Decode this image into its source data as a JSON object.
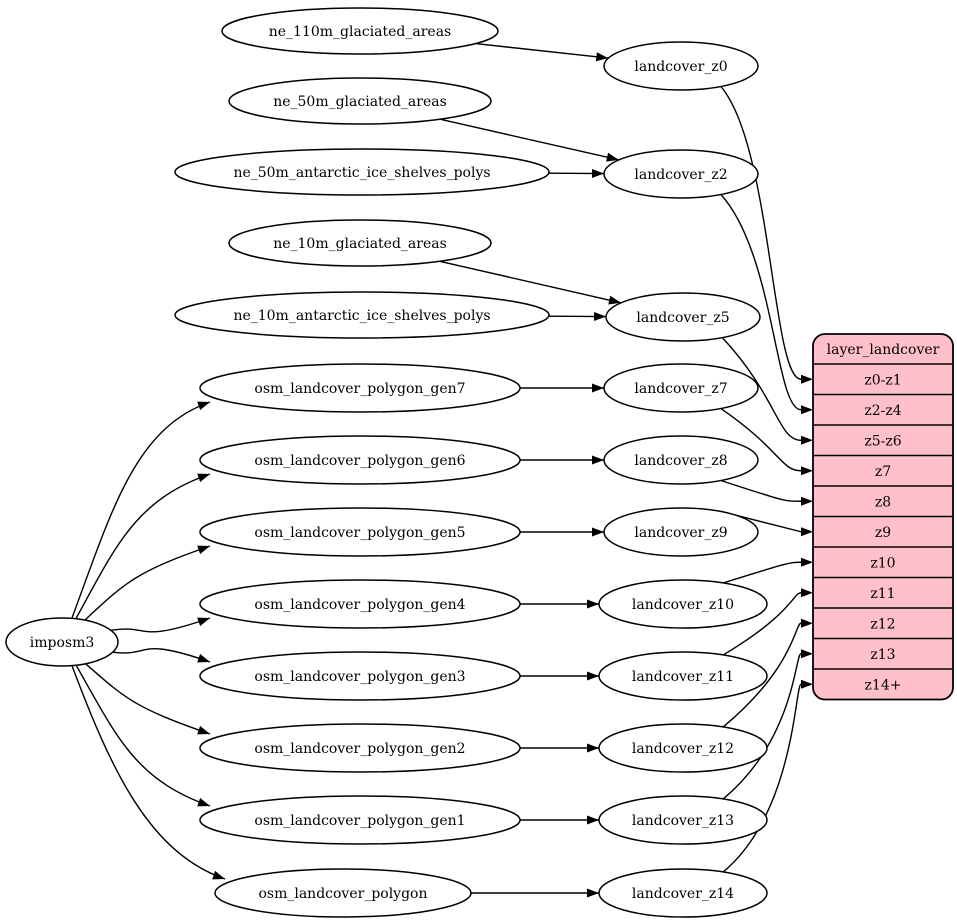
{
  "diagram": {
    "colors": {
      "background": "#ffffff",
      "node_fill": "#ffffff",
      "node_stroke": "#000000",
      "edge_color": "#000000",
      "table_fill": "#ffc0cb",
      "table_stroke": "#000000",
      "text_color": "#000000"
    },
    "nodes": [
      {
        "id": "imposm3",
        "label": "imposm3"
      },
      {
        "id": "ne_110m_glaciated_areas",
        "label": "ne_110m_glaciated_areas"
      },
      {
        "id": "ne_50m_glaciated_areas",
        "label": "ne_50m_glaciated_areas"
      },
      {
        "id": "ne_50m_antarctic_ice_shelves_polys",
        "label": "ne_50m_antarctic_ice_shelves_polys"
      },
      {
        "id": "ne_10m_glaciated_areas",
        "label": "ne_10m_glaciated_areas"
      },
      {
        "id": "ne_10m_antarctic_ice_shelves_polys",
        "label": "ne_10m_antarctic_ice_shelves_polys"
      },
      {
        "id": "osm_landcover_polygon_gen7",
        "label": "osm_landcover_polygon_gen7"
      },
      {
        "id": "osm_landcover_polygon_gen6",
        "label": "osm_landcover_polygon_gen6"
      },
      {
        "id": "osm_landcover_polygon_gen5",
        "label": "osm_landcover_polygon_gen5"
      },
      {
        "id": "osm_landcover_polygon_gen4",
        "label": "osm_landcover_polygon_gen4"
      },
      {
        "id": "osm_landcover_polygon_gen3",
        "label": "osm_landcover_polygon_gen3"
      },
      {
        "id": "osm_landcover_polygon_gen2",
        "label": "osm_landcover_polygon_gen2"
      },
      {
        "id": "osm_landcover_polygon_gen1",
        "label": "osm_landcover_polygon_gen1"
      },
      {
        "id": "osm_landcover_polygon",
        "label": "osm_landcover_polygon"
      },
      {
        "id": "landcover_z0",
        "label": "landcover_z0"
      },
      {
        "id": "landcover_z2",
        "label": "landcover_z2"
      },
      {
        "id": "landcover_z5",
        "label": "landcover_z5"
      },
      {
        "id": "landcover_z7",
        "label": "landcover_z7"
      },
      {
        "id": "landcover_z8",
        "label": "landcover_z8"
      },
      {
        "id": "landcover_z9",
        "label": "landcover_z9"
      },
      {
        "id": "landcover_z10",
        "label": "landcover_z10"
      },
      {
        "id": "landcover_z11",
        "label": "landcover_z11"
      },
      {
        "id": "landcover_z12",
        "label": "landcover_z12"
      },
      {
        "id": "landcover_z13",
        "label": "landcover_z13"
      },
      {
        "id": "landcover_z14",
        "label": "landcover_z14"
      }
    ],
    "table": {
      "id": "layer_landcover",
      "title": "layer_landcover",
      "rows": [
        "z0-z1",
        "z2-z4",
        "z5-z6",
        "z7",
        "z8",
        "z9",
        "z10",
        "z11",
        "z12",
        "z13",
        "z14+"
      ]
    },
    "edges": [
      {
        "from": "ne_110m_glaciated_areas",
        "to": "landcover_z0"
      },
      {
        "from": "ne_50m_glaciated_areas",
        "to": "landcover_z2"
      },
      {
        "from": "ne_50m_antarctic_ice_shelves_polys",
        "to": "landcover_z2"
      },
      {
        "from": "ne_10m_glaciated_areas",
        "to": "landcover_z5"
      },
      {
        "from": "ne_10m_antarctic_ice_shelves_polys",
        "to": "landcover_z5"
      },
      {
        "from": "osm_landcover_polygon_gen7",
        "to": "landcover_z7"
      },
      {
        "from": "osm_landcover_polygon_gen6",
        "to": "landcover_z8"
      },
      {
        "from": "osm_landcover_polygon_gen5",
        "to": "landcover_z9"
      },
      {
        "from": "osm_landcover_polygon_gen4",
        "to": "landcover_z10"
      },
      {
        "from": "osm_landcover_polygon_gen3",
        "to": "landcover_z11"
      },
      {
        "from": "osm_landcover_polygon_gen2",
        "to": "landcover_z12"
      },
      {
        "from": "osm_landcover_polygon_gen1",
        "to": "landcover_z13"
      },
      {
        "from": "osm_landcover_polygon",
        "to": "landcover_z14"
      },
      {
        "from": "imposm3",
        "to": "osm_landcover_polygon_gen7"
      },
      {
        "from": "imposm3",
        "to": "osm_landcover_polygon_gen6"
      },
      {
        "from": "imposm3",
        "to": "osm_landcover_polygon_gen5"
      },
      {
        "from": "imposm3",
        "to": "osm_landcover_polygon_gen4"
      },
      {
        "from": "imposm3",
        "to": "osm_landcover_polygon_gen3"
      },
      {
        "from": "imposm3",
        "to": "osm_landcover_polygon_gen2"
      },
      {
        "from": "imposm3",
        "to": "osm_landcover_polygon_gen1"
      },
      {
        "from": "imposm3",
        "to": "osm_landcover_polygon"
      },
      {
        "from": "landcover_z0",
        "to": "layer_landcover:z0-z1"
      },
      {
        "from": "landcover_z2",
        "to": "layer_landcover:z2-z4"
      },
      {
        "from": "landcover_z5",
        "to": "layer_landcover:z5-z6"
      },
      {
        "from": "landcover_z7",
        "to": "layer_landcover:z7"
      },
      {
        "from": "landcover_z8",
        "to": "layer_landcover:z8"
      },
      {
        "from": "landcover_z9",
        "to": "layer_landcover:z9"
      },
      {
        "from": "landcover_z10",
        "to": "layer_landcover:z10"
      },
      {
        "from": "landcover_z11",
        "to": "layer_landcover:z11"
      },
      {
        "from": "landcover_z12",
        "to": "layer_landcover:z12"
      },
      {
        "from": "landcover_z13",
        "to": "layer_landcover:z13"
      },
      {
        "from": "landcover_z14",
        "to": "layer_landcover:z14+"
      }
    ]
  }
}
